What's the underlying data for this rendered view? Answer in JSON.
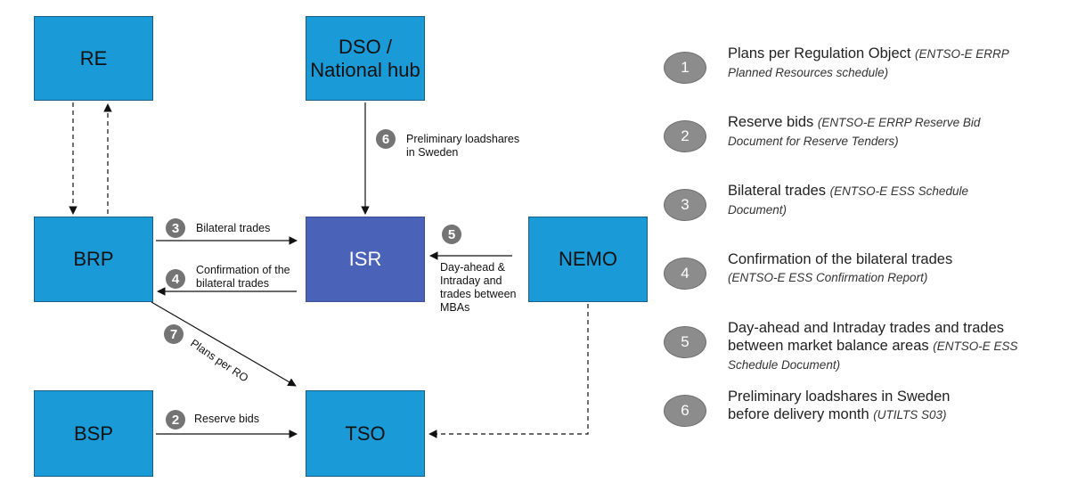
{
  "nodes": {
    "re": "RE",
    "dso_line1": "DSO /",
    "dso_line2": "National hub",
    "brp": "BRP",
    "isr": "ISR",
    "nemo": "NEMO",
    "bsp": "BSP",
    "tso": "TSO"
  },
  "flows": {
    "f6": {
      "num": "6",
      "line1": "Preliminary loadshares",
      "line2": "in Sweden"
    },
    "f3": {
      "num": "3",
      "label": "Bilateral trades"
    },
    "f5": {
      "num": "5",
      "line1": "Day-ahead &",
      "line2": "Intraday and",
      "line3": "trades between",
      "line4": "MBAs"
    },
    "f4": {
      "num": "4",
      "line1": "Confirmation of the",
      "line2": "bilateral trades"
    },
    "f7": {
      "num": "7",
      "label": "Plans per RO"
    },
    "f2": {
      "num": "2",
      "label": "Reserve bids"
    }
  },
  "legend": [
    {
      "num": "1",
      "line1": "Plans per Regulation Object",
      "ref1": "(ENTSO-E ERRP",
      "line2": "",
      "ref2": "Planned Resources schedule)"
    },
    {
      "num": "2",
      "line1": "Reserve bids",
      "ref1": "(ENTSO-E ERRP Reserve Bid",
      "line2": "",
      "ref2": "Document for Reserve Tenders)"
    },
    {
      "num": "3",
      "line1": "Bilateral trades",
      "ref1": "(ENTSO-E ESS Schedule",
      "line2": "",
      "ref2": "Document)"
    },
    {
      "num": "4",
      "line1": "Confirmation of the bilateral trades",
      "ref1": "",
      "line2": "",
      "ref2": "(ENTSO-E ESS Confirmation Report)"
    },
    {
      "num": "5",
      "line1": "Day-ahead and Intraday trades and trades",
      "ref1": "",
      "line2": "between market balance areas",
      "ref2": "(ENTSO-E ESS",
      "line3ref": "Schedule Document)"
    },
    {
      "num": "6",
      "line1": "Preliminary loadshares in Sweden",
      "ref1": "",
      "line2": "before delivery month",
      "ref2": "(UTILTS S03)"
    }
  ],
  "colors": {
    "box": "#1a9ad6",
    "isr": "#4a63b8",
    "badge": "#747474"
  }
}
